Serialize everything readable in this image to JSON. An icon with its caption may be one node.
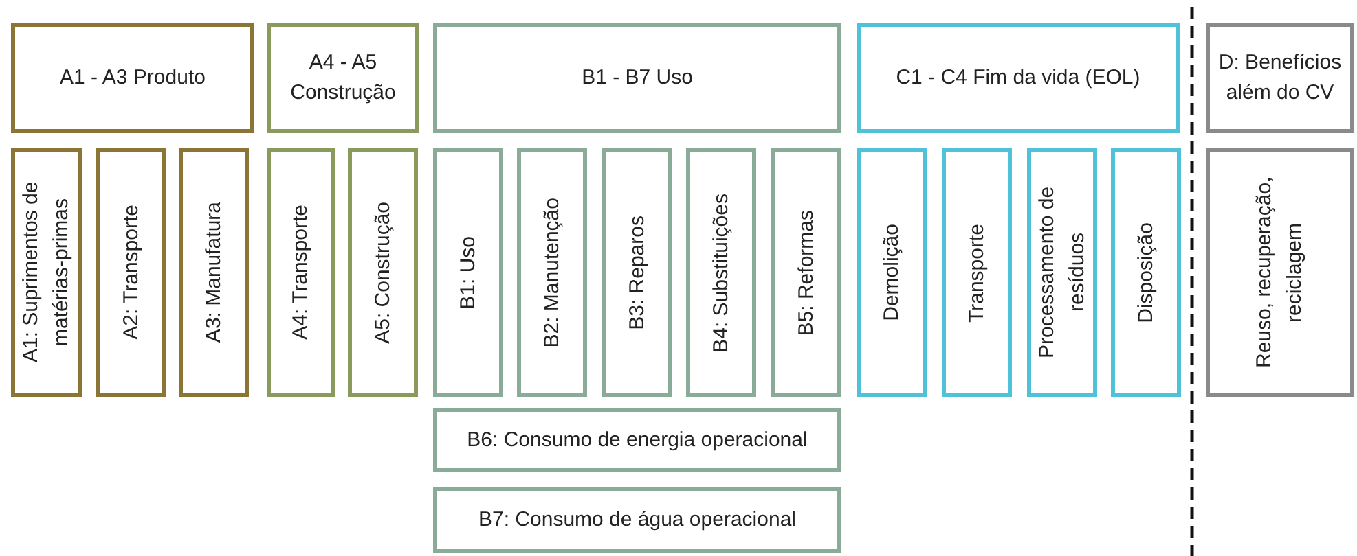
{
  "diagram": {
    "nodes": [
      {
        "text": [
          "A1 - A3 Produto"
        ]
      },
      {
        "text": [
          "A4 - A5 Construção"
        ]
      },
      {
        "text": [
          "B1 - B7 Uso"
        ]
      },
      {
        "text": [
          "C1 - C4 Fim da vida (EOL)"
        ]
      },
      {
        "text": [
          "D: Benefícios além do CV"
        ]
      },
      {
        "text": [
          "A1: Suprimentos de matérias-primas"
        ]
      },
      {
        "text": [
          "A2: Transporte"
        ]
      },
      {
        "text": [
          "A3: Manufatura"
        ]
      },
      {
        "text": [
          "A4: Transporte"
        ]
      },
      {
        "text": [
          "A5: Construção"
        ]
      },
      {
        "text": [
          "B1: Uso"
        ]
      },
      {
        "text": [
          "B2: Manutenção"
        ]
      },
      {
        "text": [
          "B3: Reparos"
        ]
      },
      {
        "text": [
          "B4: Substituições"
        ]
      },
      {
        "text": [
          "B5: Reformas"
        ]
      },
      {
        "text": [
          "Demolição"
        ]
      },
      {
        "text": [
          "Transporte"
        ]
      },
      {
        "text": [
          "Processamento de resíduos"
        ]
      },
      {
        "text": [
          "Disposição"
        ]
      },
      {
        "text": [
          "Reuso, recuperação, reciclagem"
        ]
      },
      {
        "text": [
          "B6: Consumo de energia operacional"
        ]
      },
      {
        "text": [
          "B7: Consumo de água operacional"
        ]
      }
    ],
    "edges": []
  }
}
